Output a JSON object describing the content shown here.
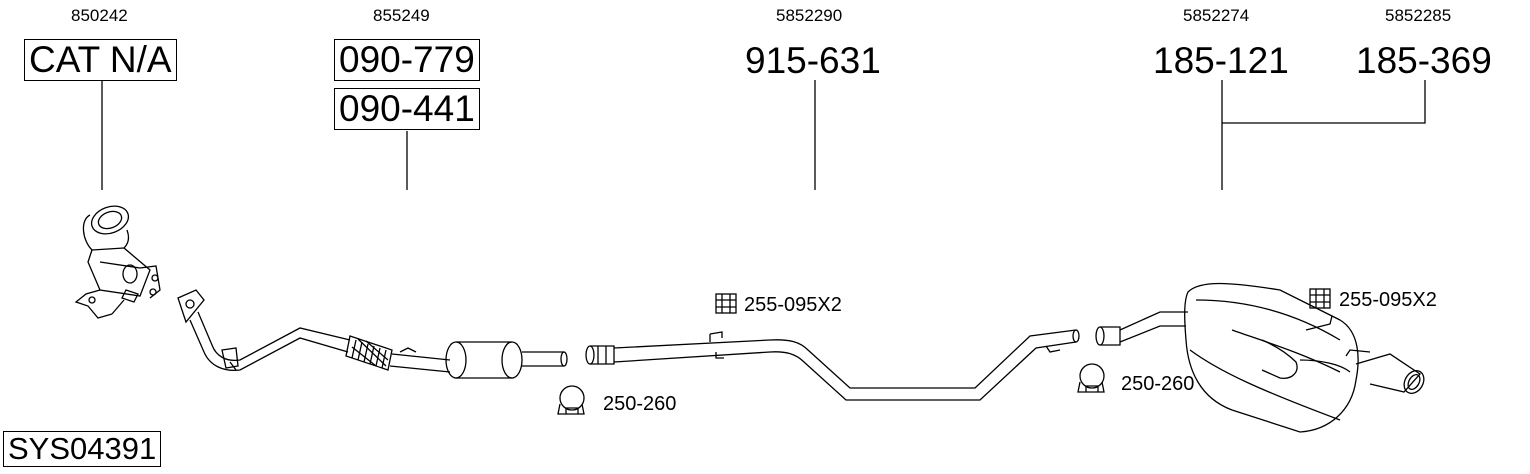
{
  "system_code": "SYS04391",
  "sections": [
    {
      "oe_number": "850242",
      "parts": [
        "CAT N/A"
      ]
    },
    {
      "oe_number": "855249",
      "parts": [
        "090-779",
        "090-441"
      ]
    },
    {
      "oe_number": "5852290",
      "parts": [
        "915-631"
      ]
    },
    {
      "oe_number": "5852274",
      "parts": [
        "185-121"
      ]
    },
    {
      "oe_number": "5852285",
      "parts": [
        "185-369"
      ]
    }
  ],
  "accessories": {
    "mount_1": "255-095X2",
    "mount_2": "255-095X2",
    "clamp_1": "250-260",
    "clamp_2": "250-260"
  }
}
